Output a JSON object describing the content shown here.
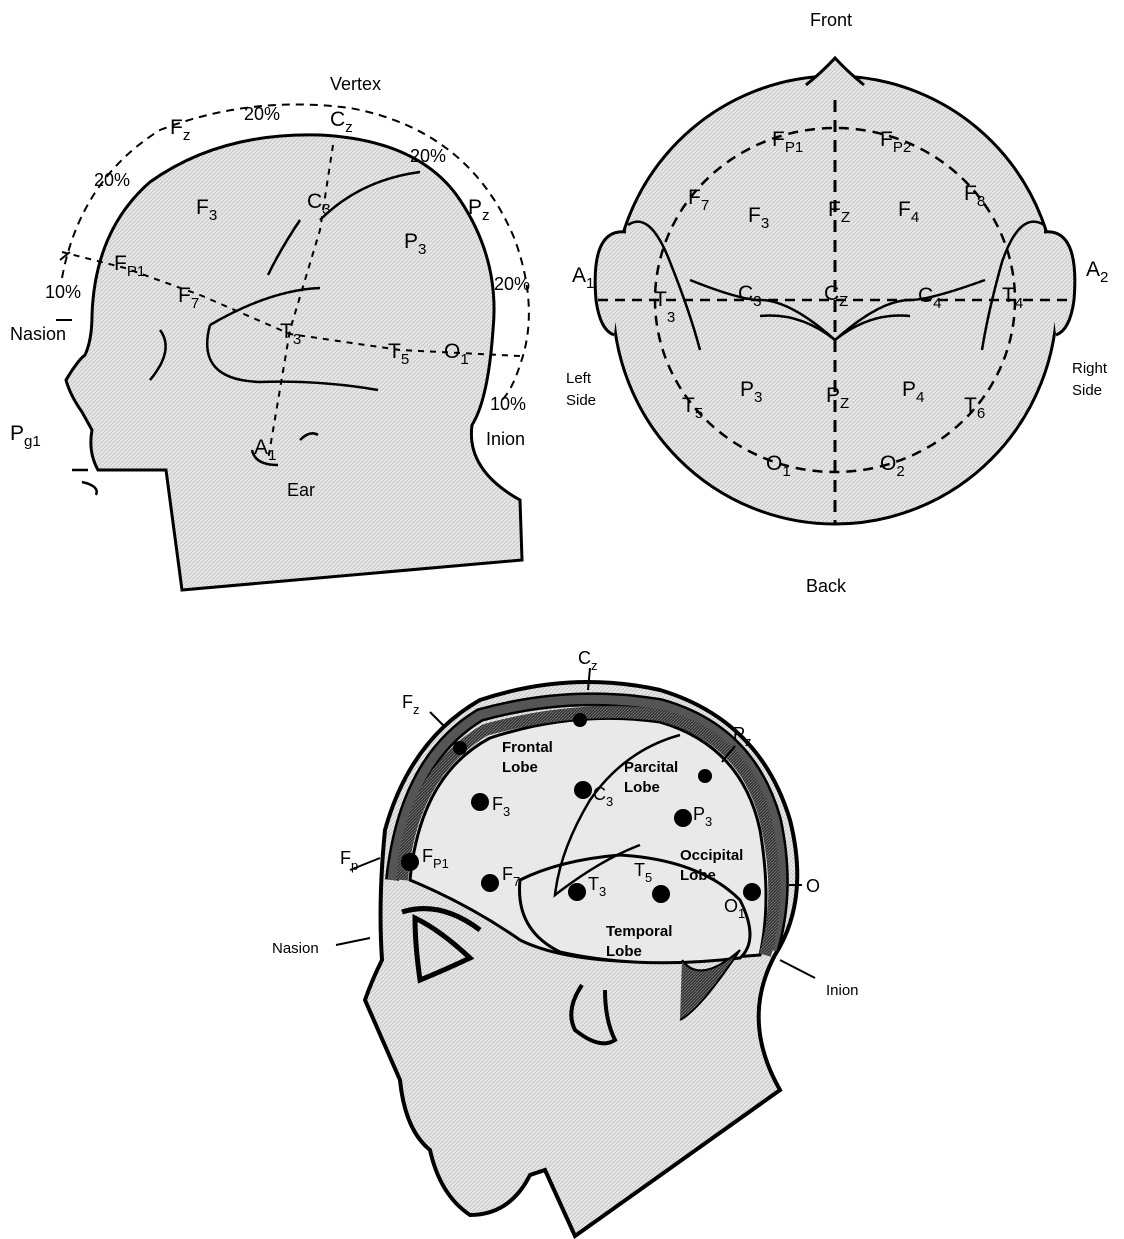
{
  "side_view": {
    "vertex": "Vertex",
    "pct_top": "20%",
    "pct_front_upper": "20%",
    "pct_back_upper": "20%",
    "pct_back_mid": "20%",
    "pct_front_low": "10%",
    "pct_back_low": "10%",
    "nasion": "Nasion",
    "inion": "Inion",
    "ear": "Ear",
    "electrodes": {
      "Fz": [
        "F",
        "z"
      ],
      "Cz": [
        "C",
        "z"
      ],
      "Pz": [
        "P",
        "z"
      ],
      "F3": [
        "F",
        "3"
      ],
      "C3": [
        "C",
        "3"
      ],
      "P3": [
        "P",
        "3"
      ],
      "Fp1": [
        "F",
        "P1"
      ],
      "F7": [
        "F",
        "7"
      ],
      "T3": [
        "T",
        "3"
      ],
      "T5": [
        "T",
        "5"
      ],
      "O1": [
        "O",
        "1"
      ],
      "A1": [
        "A",
        "1"
      ],
      "Pg1": [
        "P",
        "g1"
      ]
    }
  },
  "top_view": {
    "front": "Front",
    "back": "Back",
    "left_side": [
      "Left",
      "Side"
    ],
    "right_side": [
      "Right",
      "Side"
    ],
    "electrodes": {
      "Fp1": [
        "F",
        "P1"
      ],
      "Fp2": [
        "F",
        "P2"
      ],
      "F7": [
        "F",
        "7"
      ],
      "F3": [
        "F",
        "3"
      ],
      "Fz": [
        "F",
        "Z"
      ],
      "F4": [
        "F",
        "4"
      ],
      "F8": [
        "F",
        "8"
      ],
      "A1": [
        "A",
        "1"
      ],
      "T3": [
        "T",
        "3"
      ],
      "C3": [
        "C",
        "3"
      ],
      "Cz": [
        "C",
        "Z"
      ],
      "C4": [
        "C",
        "4"
      ],
      "T4": [
        "T",
        "4"
      ],
      "A2": [
        "A",
        "2"
      ],
      "T5": [
        "T",
        "5"
      ],
      "P3": [
        "P",
        "3"
      ],
      "Pz": [
        "P",
        "Z"
      ],
      "P4": [
        "P",
        "4"
      ],
      "T6": [
        "T",
        "6"
      ],
      "O1": [
        "O",
        "1"
      ],
      "O2": [
        "O",
        "2"
      ]
    }
  },
  "brain_view": {
    "labels": {
      "Cz": [
        "C",
        "z"
      ],
      "Fz": [
        "F",
        "z"
      ],
      "Pz": [
        "P",
        "z"
      ],
      "Fp": [
        "F",
        "p"
      ],
      "O": [
        "O",
        ""
      ],
      "F3": [
        "F",
        "3"
      ],
      "C3": [
        "C",
        "3"
      ],
      "P3": [
        "P",
        "3"
      ],
      "Fp1": [
        "F",
        "P1"
      ],
      "F7": [
        "F",
        "7"
      ],
      "T3": [
        "T",
        "3"
      ],
      "T5": [
        "T",
        "5"
      ],
      "O1": [
        "O",
        "1"
      ]
    },
    "nasion": "Nasion",
    "inion": "Inion",
    "frontal": [
      "Frontal",
      "Lobe"
    ],
    "parietal": [
      "Parcital",
      "Lobe"
    ],
    "occipital": [
      "Occipital",
      "Lobe"
    ],
    "temporal": [
      "Temporal",
      "Lobe"
    ]
  }
}
